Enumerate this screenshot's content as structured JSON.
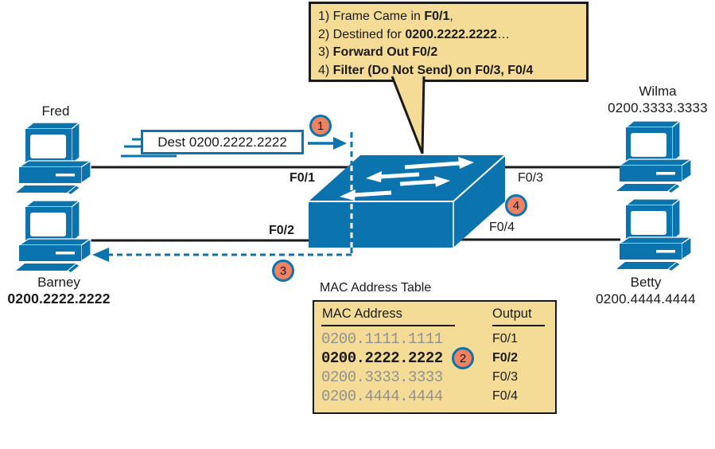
{
  "callout": {
    "line1": {
      "pre": "1) Frame Came in ",
      "bold": "F0/1",
      "post": ","
    },
    "line2": {
      "pre": "2) Destined for ",
      "bold": "0200.2222.2222",
      "post": "…"
    },
    "line3": {
      "pre": "3) ",
      "bold": "Forward Out F0/2",
      "post": ""
    },
    "line4": {
      "pre": "4) ",
      "bold": "Filter (Do Not Send) on F0/3, F0/4",
      "post": ""
    }
  },
  "frame": {
    "label": "Dest 0200.2222.2222"
  },
  "ports": {
    "f01": "F0/1",
    "f02": "F0/2",
    "f03": "F0/3",
    "f04": "F0/4"
  },
  "steps": {
    "s1": "1",
    "s2": "2",
    "s3": "3",
    "s4": "4"
  },
  "devices": {
    "fred": {
      "name": "Fred"
    },
    "wilma": {
      "name": "Wilma",
      "mac": "0200.3333.3333"
    },
    "barney": {
      "name": "Barney",
      "mac": "0200.2222.2222"
    },
    "betty": {
      "name": "Betty",
      "mac": "0200.4444.4444"
    }
  },
  "mac_table": {
    "title": "MAC Address Table",
    "col_mac": "MAC Address",
    "col_output": "Output",
    "rows": [
      {
        "mac": "0200.1111.1111",
        "port": "F0/1"
      },
      {
        "mac": "0200.2222.2222",
        "port": "F0/2"
      },
      {
        "mac": "0200.3333.3333",
        "port": "F0/3"
      },
      {
        "mac": "0200.4444.4444",
        "port": "F0/4"
      }
    ]
  },
  "colors": {
    "blue": "#0B74AF",
    "callout_yellow": "#F5DC96",
    "step_fill": "#F08262",
    "muted_gray": "#919191",
    "line_black": "#1a1a1a"
  }
}
